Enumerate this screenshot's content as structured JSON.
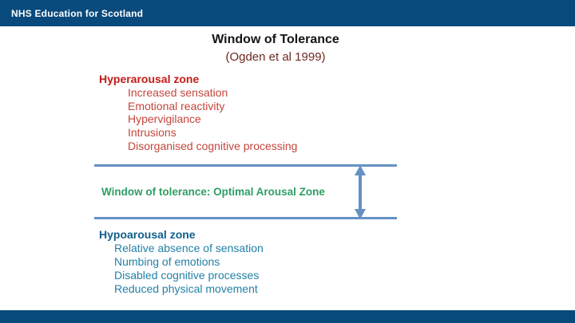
{
  "colors": {
    "navy": "#094a7c",
    "red-heading": "#c21b17",
    "red-item": "#c5453c",
    "steel": "#6590c3",
    "green": "#2f9e64",
    "teal-heading": "#10608c",
    "teal-item": "#2280a6",
    "subtitle": "#6f2820",
    "title": "#141414"
  },
  "header": {
    "brand": "NHS Education for Scotland"
  },
  "slide": {
    "title": "Window of Tolerance",
    "subtitle": "(Ogden et al 1999)",
    "hyperarousal": {
      "heading": "Hyperarousal zone",
      "items": [
        "Increased sensation",
        "Emotional reactivity",
        "Hypervigilance",
        "Intrusions",
        "Disorganised cognitive processing"
      ]
    },
    "window": {
      "label": "Window of tolerance: Optimal Arousal Zone"
    },
    "hypoarousal": {
      "heading": "Hypoarousal zone",
      "items": [
        "Relative absence of sensation",
        "Numbing of emotions",
        "Disabled cognitive processes",
        "Reduced physical movement"
      ]
    }
  }
}
